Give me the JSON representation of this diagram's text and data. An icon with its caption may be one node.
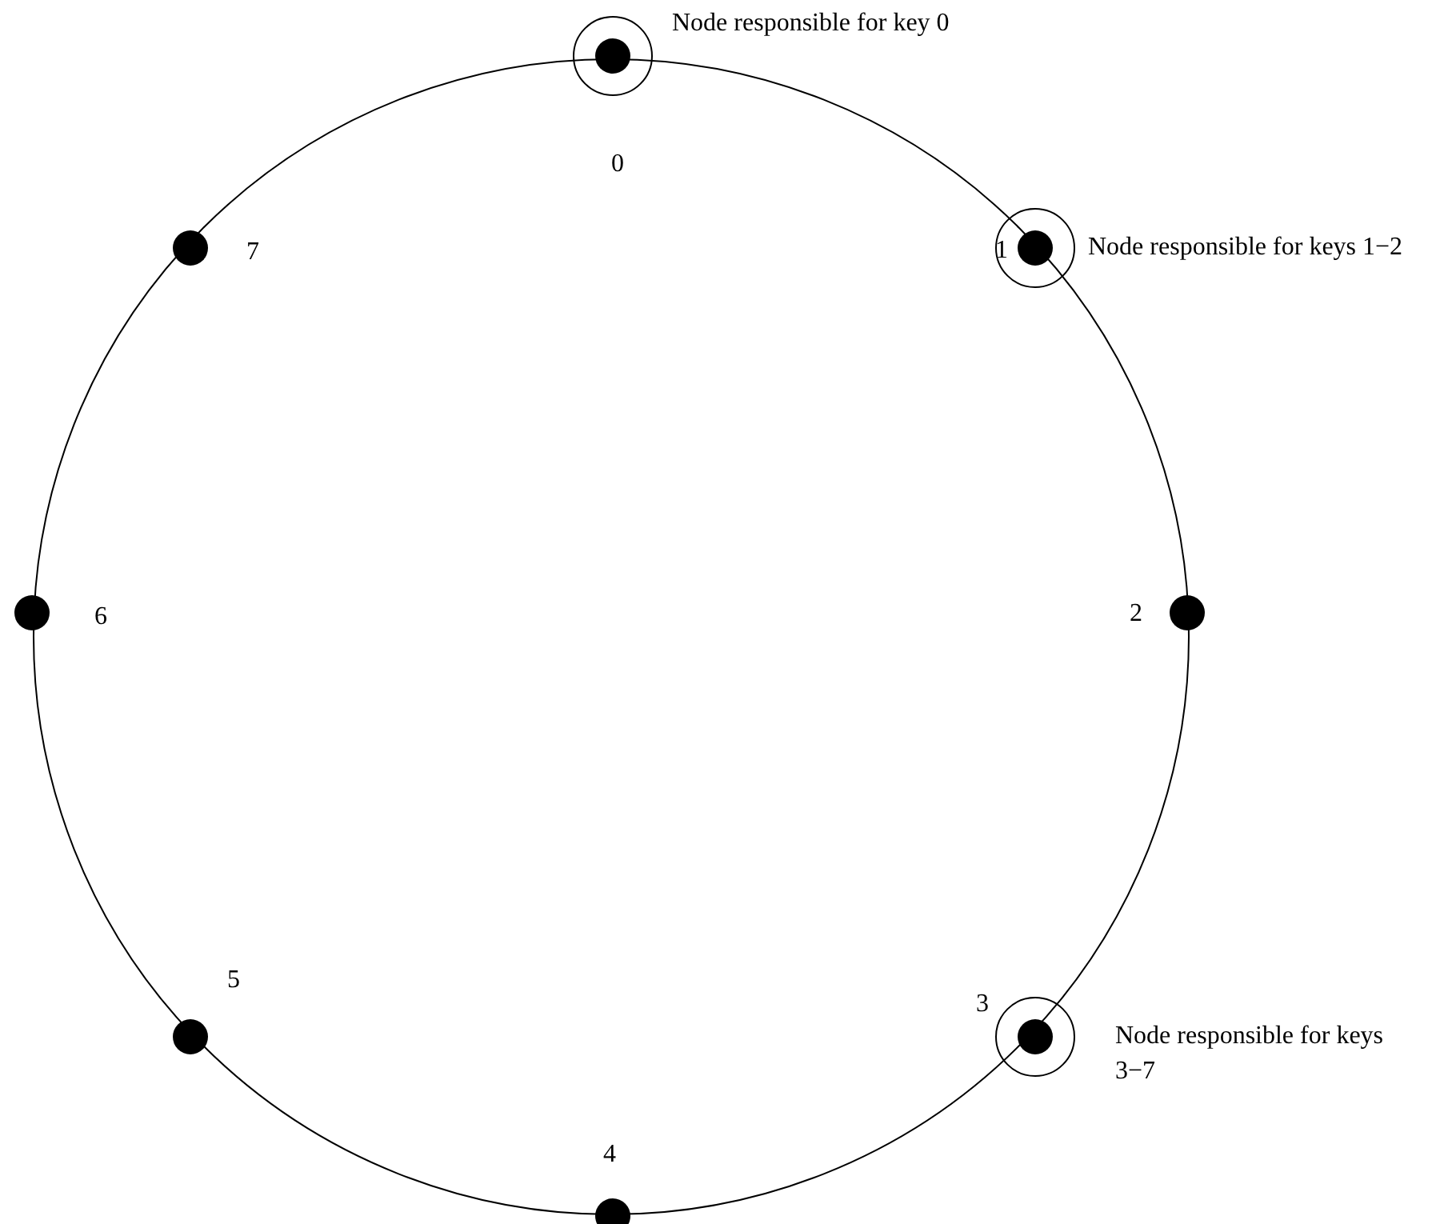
{
  "diagram": {
    "nodes": [
      {
        "text": [],
        "shape": "circle",
        "beside": [
          "Node responsible for key 0"
        ]
      },
      {
        "text": [],
        "shape": "circle",
        "in": 0,
        "beside": [
          "0"
        ]
      },
      {
        "text": [],
        "shape": "circle",
        "beside": [
          "7"
        ]
      },
      {
        "text": [],
        "shape": "circle",
        "beside": [
          "Node responsible for keys 1−2"
        ]
      },
      {
        "text": [],
        "shape": "circle",
        "in": 3,
        "beside": [
          "1"
        ]
      },
      {
        "text": [],
        "shape": "circle",
        "beside": [
          "6"
        ]
      },
      {
        "text": [],
        "shape": "circle",
        "beside": [
          "2"
        ]
      },
      {
        "text": [],
        "shape": "circle",
        "beside": [
          "5"
        ]
      },
      {
        "text": [],
        "shape": "circle",
        "beside": [
          "Node responsible for keys 3−7"
        ]
      },
      {
        "text": [],
        "shape": "circle",
        "in": 8,
        "beside": [
          "3"
        ]
      },
      {
        "text": [],
        "shape": "circle",
        "beside": [
          "4"
        ]
      }
    ]
  }
}
